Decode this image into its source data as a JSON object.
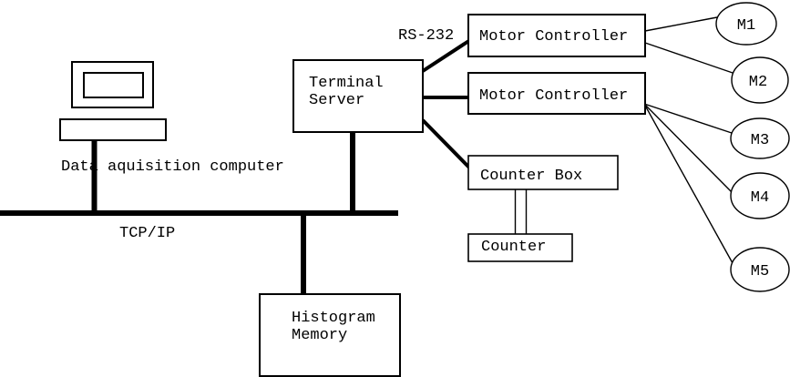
{
  "diagram": {
    "background_color": "#ffffff",
    "line_color": "#000000",
    "nodes": {
      "data_acquisition_computer": {
        "label": "Data aquisition computer"
      },
      "network_bus": {
        "label": "TCP/IP"
      },
      "serial_link": {
        "label": "RS-232"
      },
      "terminal_server": {
        "label_line1": "Terminal",
        "label_line2": "Server"
      },
      "motor_controller_1": {
        "label": "Motor Controller"
      },
      "motor_controller_2": {
        "label": "Motor Controller"
      },
      "counter_box": {
        "label": "Counter Box"
      },
      "counter": {
        "label": "Counter"
      },
      "histogram_memory": {
        "label_line1": "Histogram",
        "label_line2": "Memory"
      },
      "motors": [
        {
          "label": "M1"
        },
        {
          "label": "M2"
        },
        {
          "label": "M3"
        },
        {
          "label": "M4"
        },
        {
          "label": "M5"
        }
      ]
    }
  }
}
